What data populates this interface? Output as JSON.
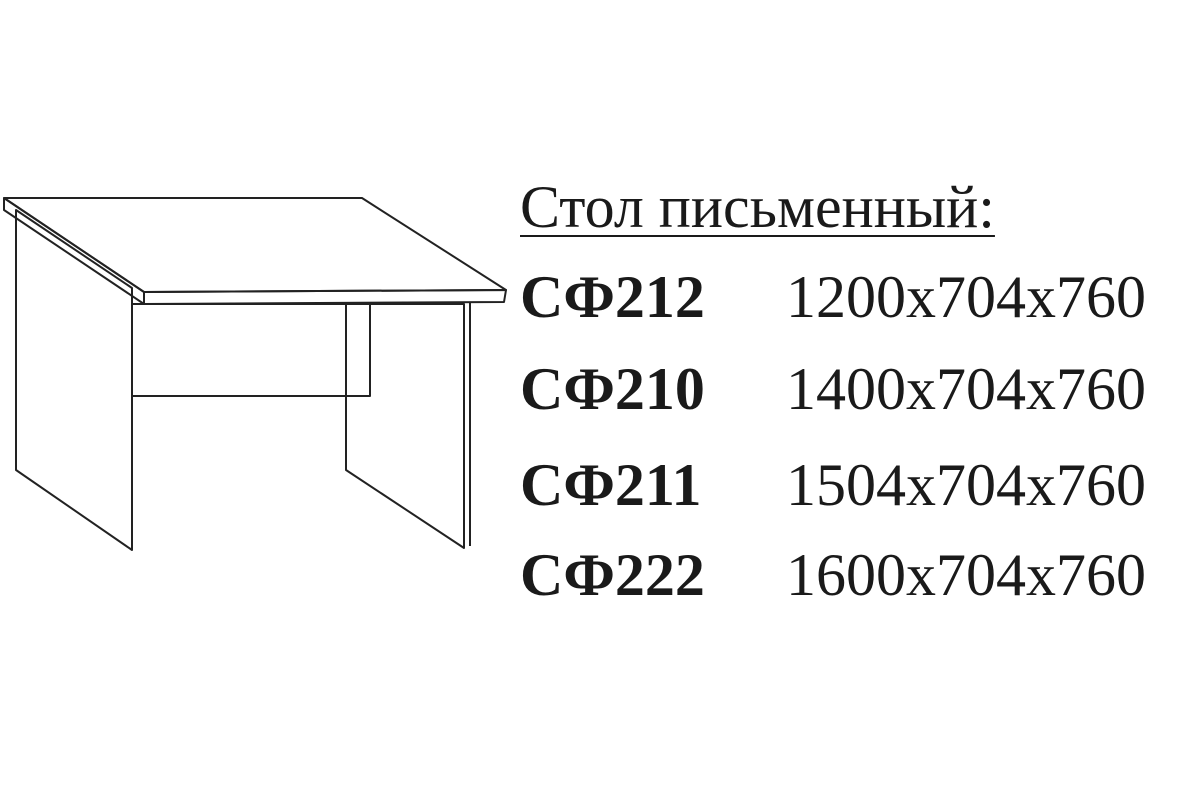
{
  "title": "Стол письменный:",
  "models": [
    {
      "code": "СФ212",
      "dims": "1200x704x760"
    },
    {
      "code": "СФ210",
      "dims": "1400x704x760"
    },
    {
      "code": "СФ211",
      "dims": "1504x704x760"
    },
    {
      "code": "СФ222",
      "dims": "1600x704x760"
    }
  ]
}
